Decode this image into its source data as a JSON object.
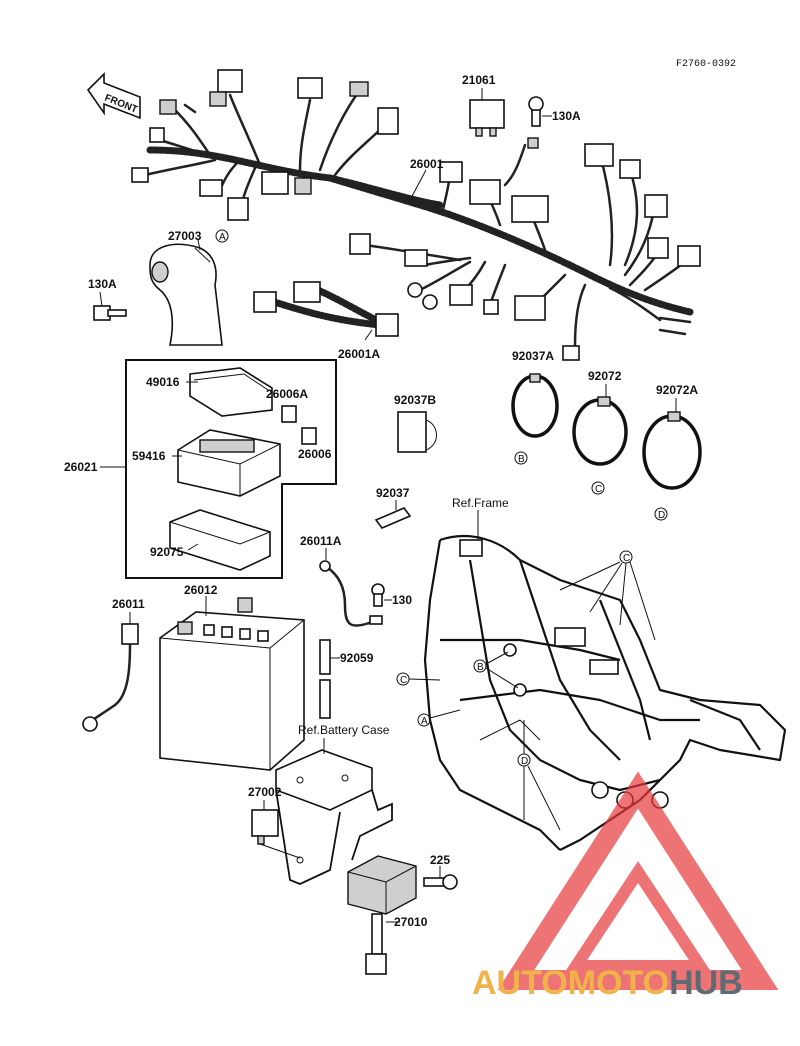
{
  "figure_code": "F2760-0392",
  "front_arrow_label": "FRONT",
  "parts": {
    "relay_21061": "21061",
    "bolt_130A_top": "130A",
    "harness_26001": "26001",
    "horn_27003": "27003",
    "bolt_130A_left": "130A",
    "harness_26001A": "26001A",
    "cover_49016": "49016",
    "fuse_26006A": "26006A",
    "fuse_box_26021": "26021",
    "fuse_block_59416": "59416",
    "fuse_26006": "26006",
    "pad_92075": "92075",
    "clamp_92037A": "92037A",
    "clamp_92072": "92072",
    "clamp_92072A": "92072A",
    "holder_92037B": "92037B",
    "strap_92037": "92037",
    "lead_26011A": "26011A",
    "bolt_130": "130",
    "lead_26011": "26011",
    "battery_26012": "26012",
    "tube_92059": "92059",
    "relay_27002": "27002",
    "bolt_225": "225",
    "regulator_27010": "27010"
  },
  "references": {
    "frame": "Ref.Frame",
    "battery_case": "Ref.Battery Case"
  },
  "callouts": {
    "A": "A",
    "B": "B",
    "C": "C",
    "D": "D"
  },
  "watermark": {
    "part1": "AUTOMOTO",
    "part2": "HUB",
    "color_primary": "#e8383b",
    "color_accent": "#f2b24a",
    "color_dark": "#606a73"
  }
}
